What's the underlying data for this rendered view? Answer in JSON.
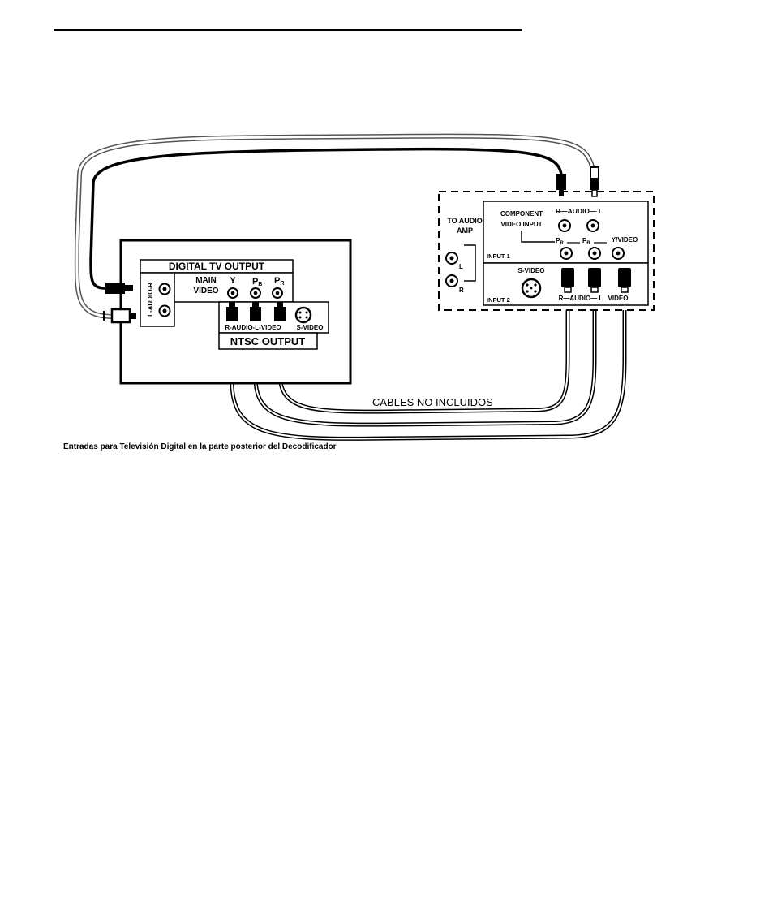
{
  "decoder": {
    "digital_tv_output": "DIGITAL  TV OUTPUT",
    "main_video": [
      "MAIN",
      "VIDEO"
    ],
    "y": "Y",
    "pb": "P",
    "pb_sub": "B",
    "pr": "P",
    "pr_sub": "R",
    "l_audio_r": "L-AUDIO-R",
    "r_audio_l_video": "R-AUDIO-L-VIDEO",
    "s_video": "S-VIDEO",
    "ntsc_output": "NTSC  OUTPUT"
  },
  "tv": {
    "to_audio_amp": [
      "TO AUDIO",
      "AMP"
    ],
    "l": "L",
    "r": "R",
    "component_video_input": [
      "COMPONENT",
      "VIDEO INPUT"
    ],
    "r_audio_l_top": "R—AUDIO— L",
    "pr": "P",
    "pr_sub": "R",
    "pb": "P",
    "pb_sub": "B",
    "y_video": "Y/VIDEO",
    "input1": "INPUT 1",
    "s_video": "S-VIDEO",
    "input2": "INPUT 2",
    "r_audio_l_bottom": "R—AUDIO— L",
    "video": "VIDEO"
  },
  "cables_label": "CABLES NO INCLUIDOS",
  "caption": "Entradas para Televisión Digital en la parte posterior del Decodificador"
}
